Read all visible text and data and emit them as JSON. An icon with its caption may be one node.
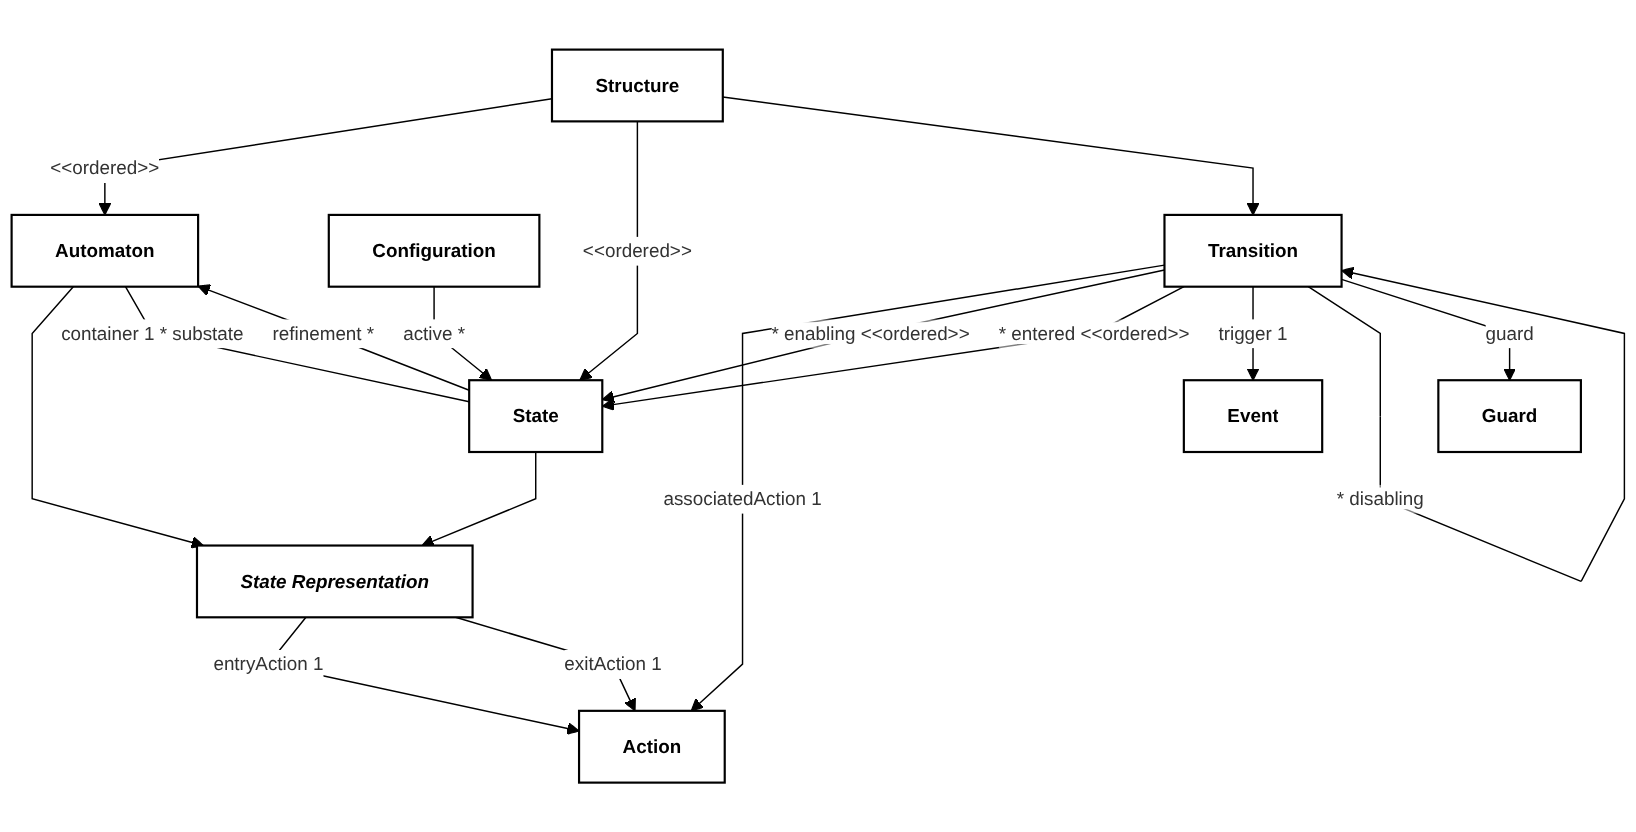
{
  "diagram": {
    "nodes": [
      {
        "text": [
          "Structure"
        ]
      },
      {
        "text": [
          "State Representation"
        ]
      },
      {
        "text": [
          "Action"
        ]
      },
      {
        "text": [
          "Automaton"
        ]
      },
      {
        "text": [
          "State"
        ]
      },
      {
        "text": [
          "Configuration"
        ]
      },
      {
        "text": [
          "Event"
        ]
      },
      {
        "text": [
          "Transition"
        ]
      },
      {
        "text": [
          "Guard"
        ]
      }
    ],
    "edges": [
      {
        "from": 0,
        "to": 3,
        "arrow": "to",
        "label": "<<ordered>>"
      },
      {
        "from": 0,
        "to": 4,
        "arrow": "to",
        "label": "<<ordered>>"
      },
      {
        "from": 0,
        "to": 7,
        "arrow": "to"
      },
      {
        "from": 1,
        "to": 2,
        "arrow": "to",
        "label": "entryAction 1"
      },
      {
        "from": 1,
        "to": 2,
        "arrow": "to",
        "label": "exitAction 1"
      },
      {
        "from": 3,
        "to": 1,
        "arrow": "to"
      },
      {
        "from": 4,
        "to": 1,
        "arrow": "to"
      },
      {
        "from": 4,
        "to": 3,
        "arrow": "to",
        "label": "refinement *"
      },
      {
        "from": 3,
        "to": 4,
        "arrow": "none",
        "label": "container 1 * substate"
      },
      {
        "from": 5,
        "to": 4,
        "arrow": "to",
        "label": "active *"
      },
      {
        "from": 7,
        "to": 2,
        "arrow": "to",
        "label": "associatedAction 1"
      },
      {
        "from": 7,
        "to": 4,
        "arrow": "to",
        "label": "* enabling <<ordered>>"
      },
      {
        "from": 7,
        "to": 4,
        "arrow": "to",
        "label": "* entered <<ordered>>"
      },
      {
        "from": 7,
        "to": 6,
        "arrow": "to",
        "label": "trigger 1"
      },
      {
        "from": 7,
        "to": 7,
        "arrow": "to",
        "label": "* disabling"
      },
      {
        "from": 7,
        "to": 8,
        "arrow": "to",
        "label": "guard"
      }
    ]
  }
}
